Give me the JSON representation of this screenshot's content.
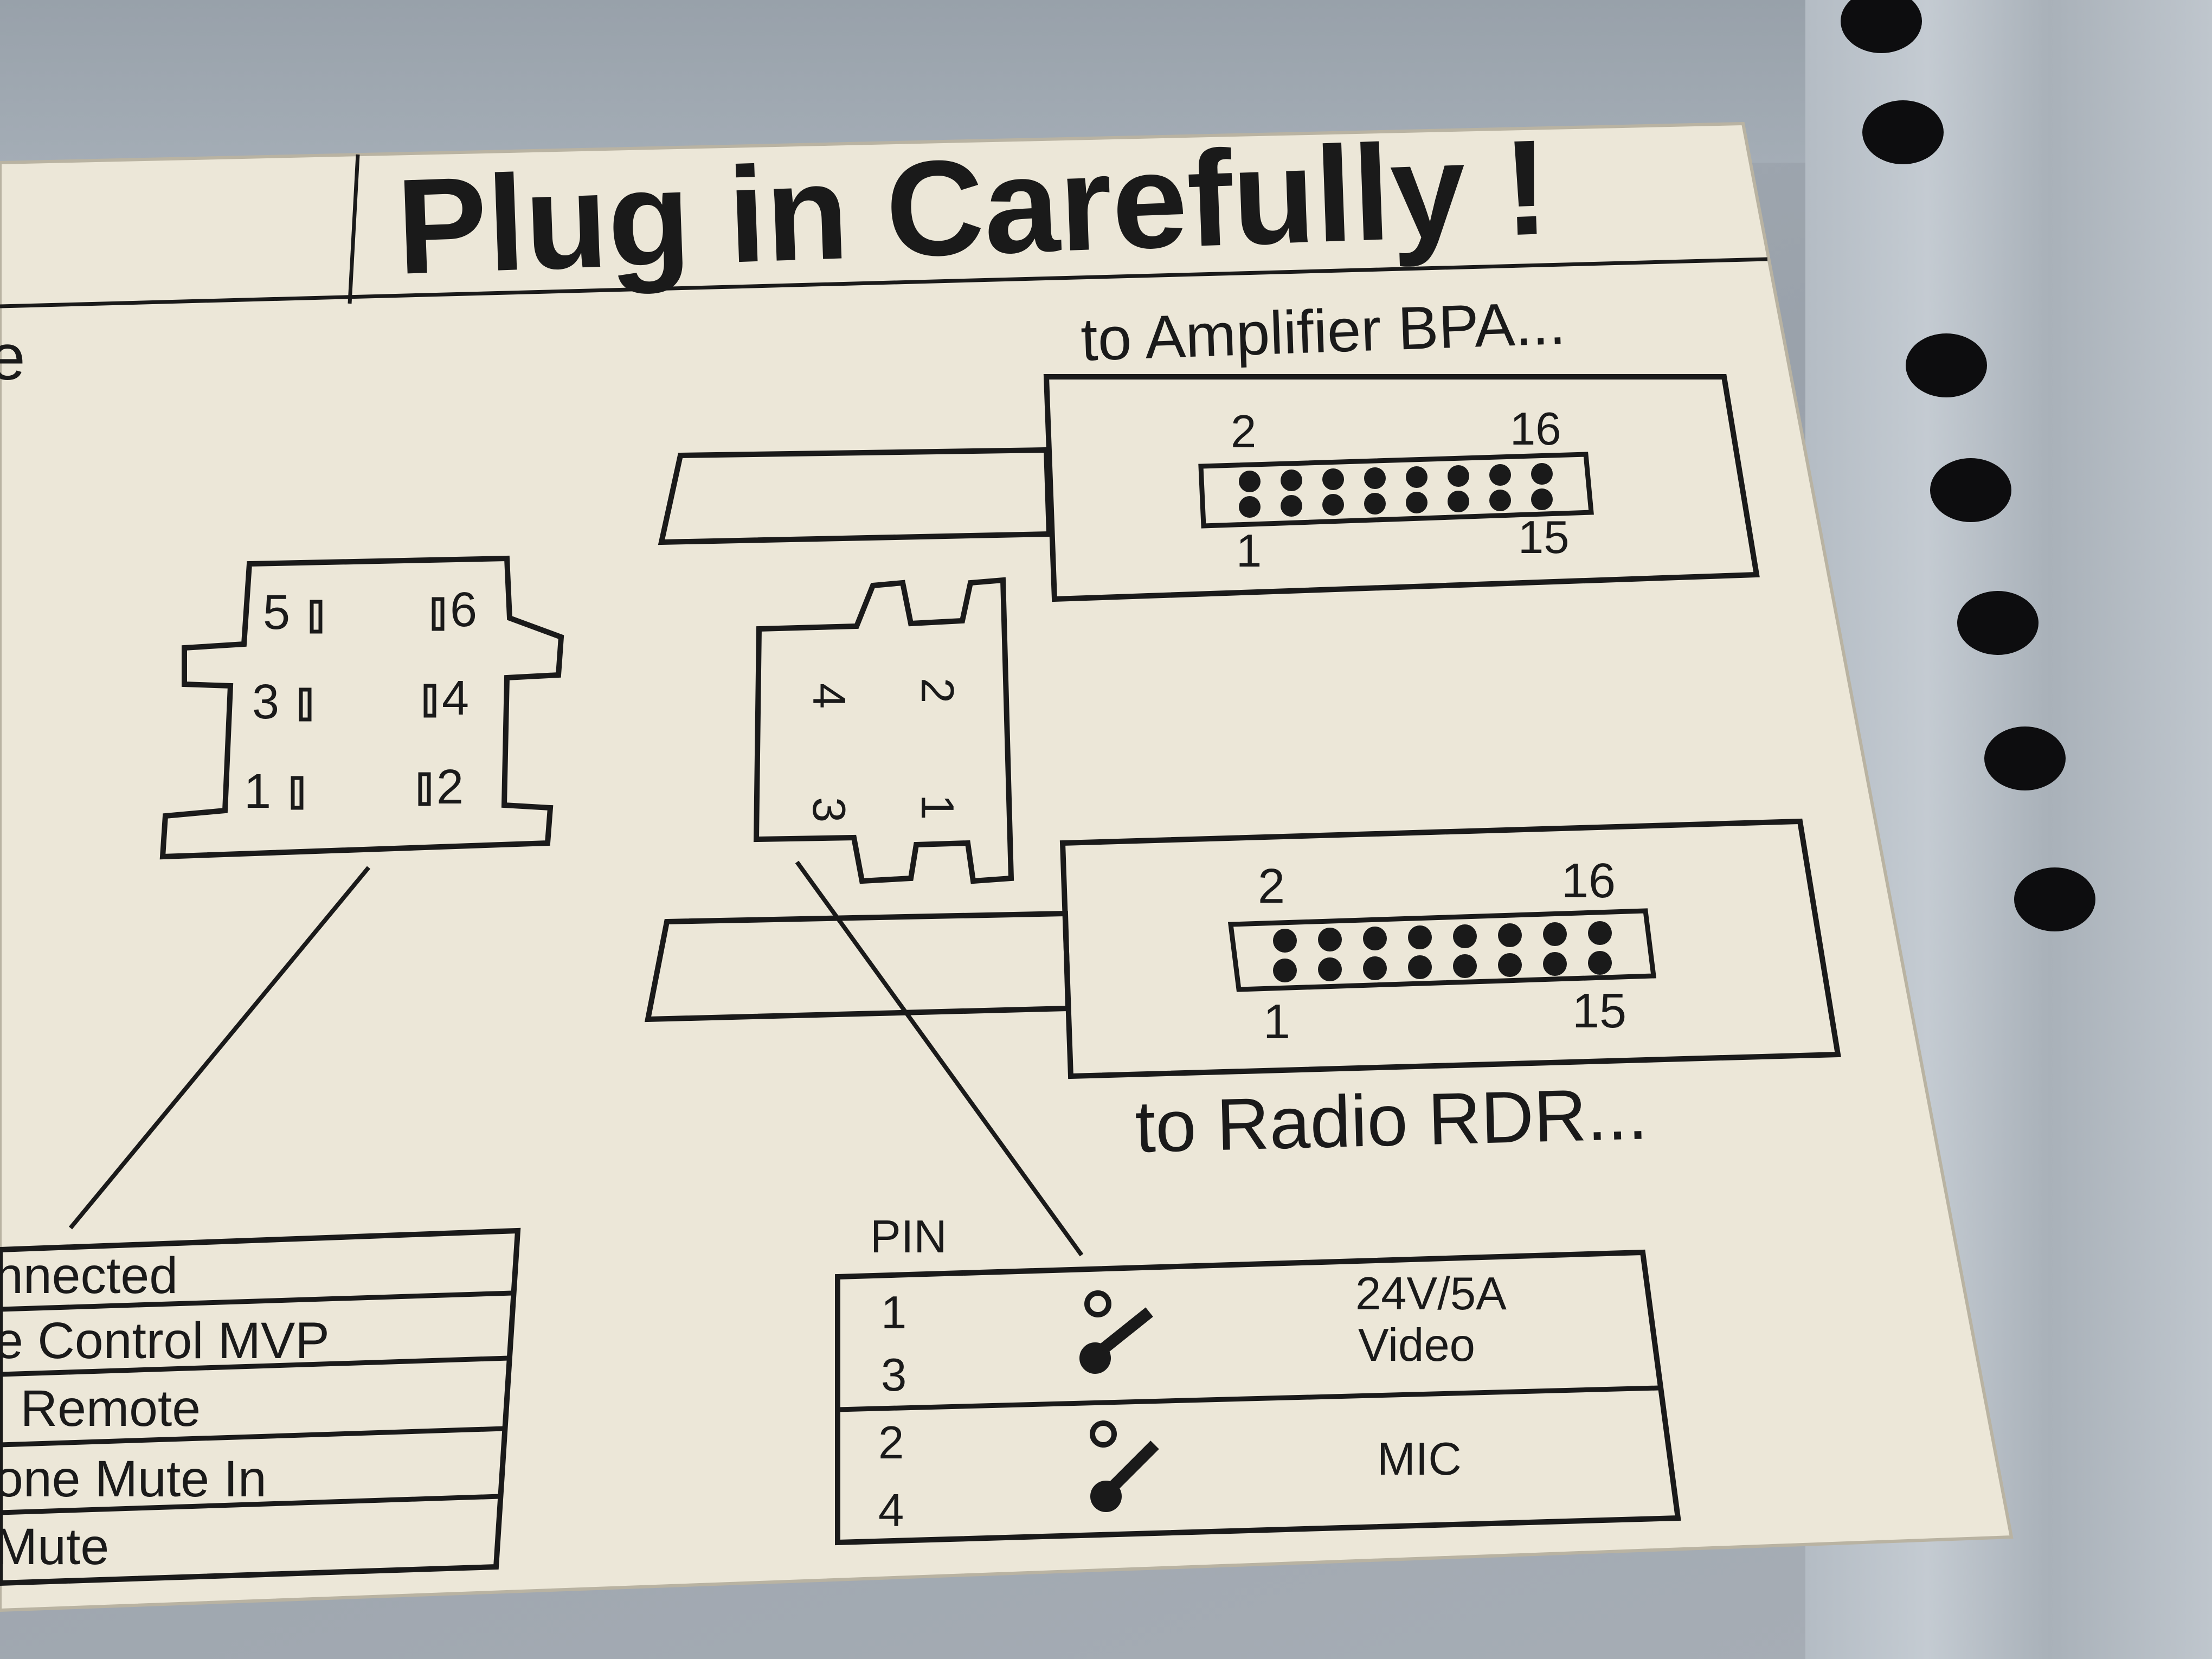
{
  "header": {
    "title": "Plug in Carefully !",
    "cut_fragment": "e"
  },
  "top_connector": {
    "label": "to Amplifier BPA...",
    "pin_top_left": "2",
    "pin_top_right": "16",
    "pin_bottom_left": "1",
    "pin_bottom_right": "15"
  },
  "bottom_connector": {
    "label": "to Radio RDR...",
    "pin_top_left": "2",
    "pin_top_right": "16",
    "pin_bottom_left": "1",
    "pin_bottom_right": "15"
  },
  "six_pin": {
    "p5": "5",
    "p6": "6",
    "p3": "3",
    "p4": "4",
    "p1": "1",
    "p2": "2"
  },
  "four_pin": {
    "p4": "4",
    "p2": "2",
    "p3": "3",
    "p1": "1"
  },
  "left_table": {
    "rows": [
      "nnected",
      "e Control MVP",
      "l Remote",
      "one Mute In",
      " Mute"
    ]
  },
  "pin_table": {
    "header": "PIN",
    "row1_pins": [
      "1",
      "3"
    ],
    "row1_text": [
      "24V/5A",
      "Video"
    ],
    "row2_pins": [
      "2",
      "4"
    ],
    "row2_text": "MIC"
  },
  "colors": {
    "label_bg": "#ece7d8",
    "ink": "#1a1a1a",
    "metal": "#a3abb4"
  }
}
